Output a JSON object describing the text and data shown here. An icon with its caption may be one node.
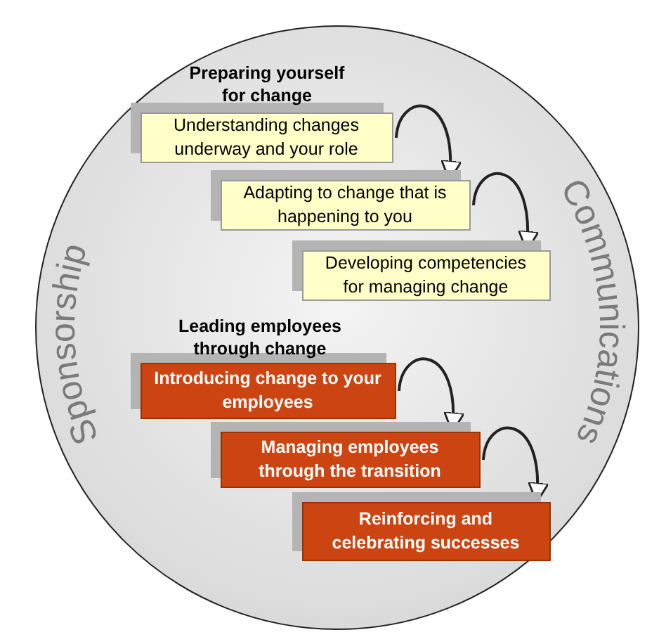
{
  "diagram": {
    "nodes": [
      {
        "text": [
          "Sponsorship",
          "Communications"
        ]
      },
      {
        "text": [
          "Understanding changes underway and your role"
        ],
        "in": 0
      },
      {
        "text": [
          "Adapting to change that is happening to you"
        ],
        "in": 0
      },
      {
        "text": [
          "Developing competencies for managing change"
        ],
        "in": 0
      },
      {
        "text": [
          "Introducing change to your employees"
        ],
        "in": 0
      },
      {
        "text": [
          "Managing employees through the transition"
        ],
        "in": 0
      },
      {
        "text": [
          "Reinforcing and celebrating successes"
        ],
        "in": 0
      }
    ],
    "edges": [
      {
        "from": 1,
        "to": 2,
        "arrow": "to"
      },
      {
        "from": 2,
        "to": 3,
        "arrow": "to"
      },
      {
        "from": 4,
        "to": 5,
        "arrow": "to"
      },
      {
        "from": 5,
        "to": 6,
        "arrow": "to"
      }
    ],
    "labels": [
      "Preparing yourself for change",
      "Leading employees through change"
    ]
  }
}
